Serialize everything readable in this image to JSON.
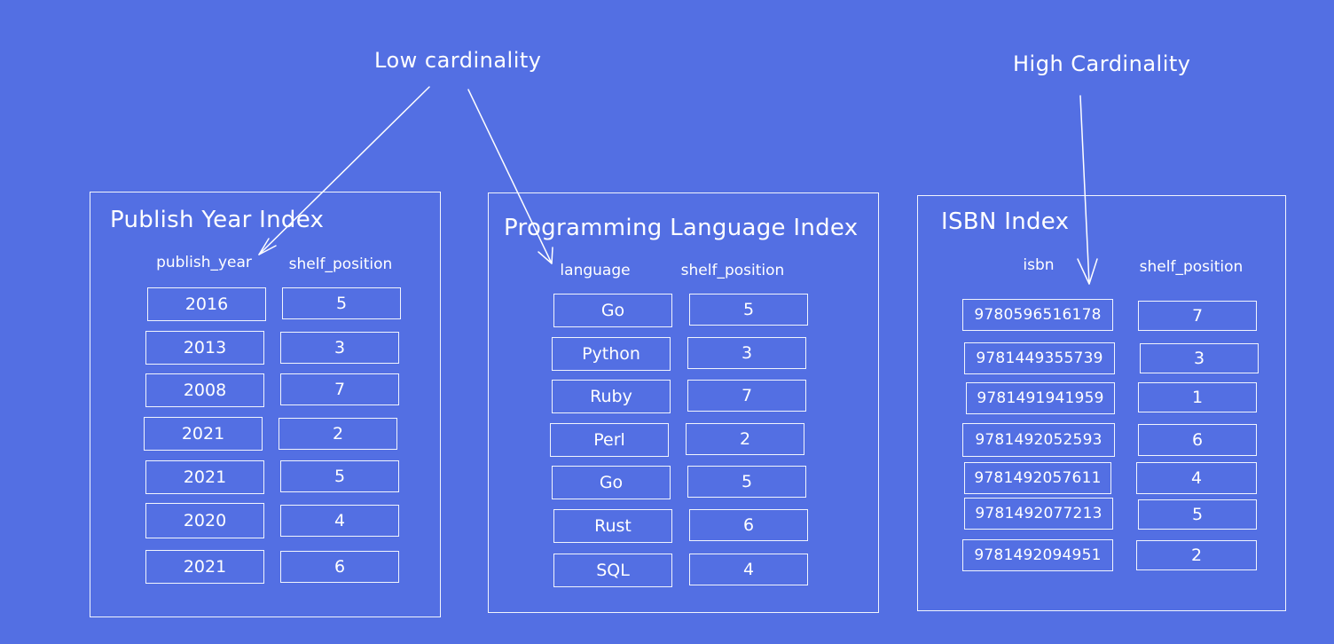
{
  "annotations": {
    "low": "Low cardinality",
    "high": "High Cardinality"
  },
  "panels": [
    {
      "title": "Publish Year Index",
      "key_header": "publish_year",
      "value_header": "shelf_position",
      "rows": [
        {
          "key": "2016",
          "value": "5"
        },
        {
          "key": "2013",
          "value": "3"
        },
        {
          "key": "2008",
          "value": "7"
        },
        {
          "key": "2021",
          "value": "2"
        },
        {
          "key": "2021",
          "value": "5"
        },
        {
          "key": "2020",
          "value": "4"
        },
        {
          "key": "2021",
          "value": "6"
        }
      ]
    },
    {
      "title": "Programming Language Index",
      "key_header": "language",
      "value_header": "shelf_position",
      "rows": [
        {
          "key": "Go",
          "value": "5"
        },
        {
          "key": "Python",
          "value": "3"
        },
        {
          "key": "Ruby",
          "value": "7"
        },
        {
          "key": "Perl",
          "value": "2"
        },
        {
          "key": "Go",
          "value": "5"
        },
        {
          "key": "Rust",
          "value": "6"
        },
        {
          "key": "SQL",
          "value": "4"
        }
      ]
    },
    {
      "title": "ISBN Index",
      "key_header": "isbn",
      "value_header": "shelf_position",
      "rows": [
        {
          "key": "9780596516178",
          "value": "7"
        },
        {
          "key": "9781449355739",
          "value": "3"
        },
        {
          "key": "9781491941959",
          "value": "1"
        },
        {
          "key": "9781492052593",
          "value": "6"
        },
        {
          "key": "9781492057611",
          "value": "4"
        },
        {
          "key": "9781492077213",
          "value": "5"
        },
        {
          "key": "9781492094951",
          "value": "2"
        }
      ]
    }
  ]
}
